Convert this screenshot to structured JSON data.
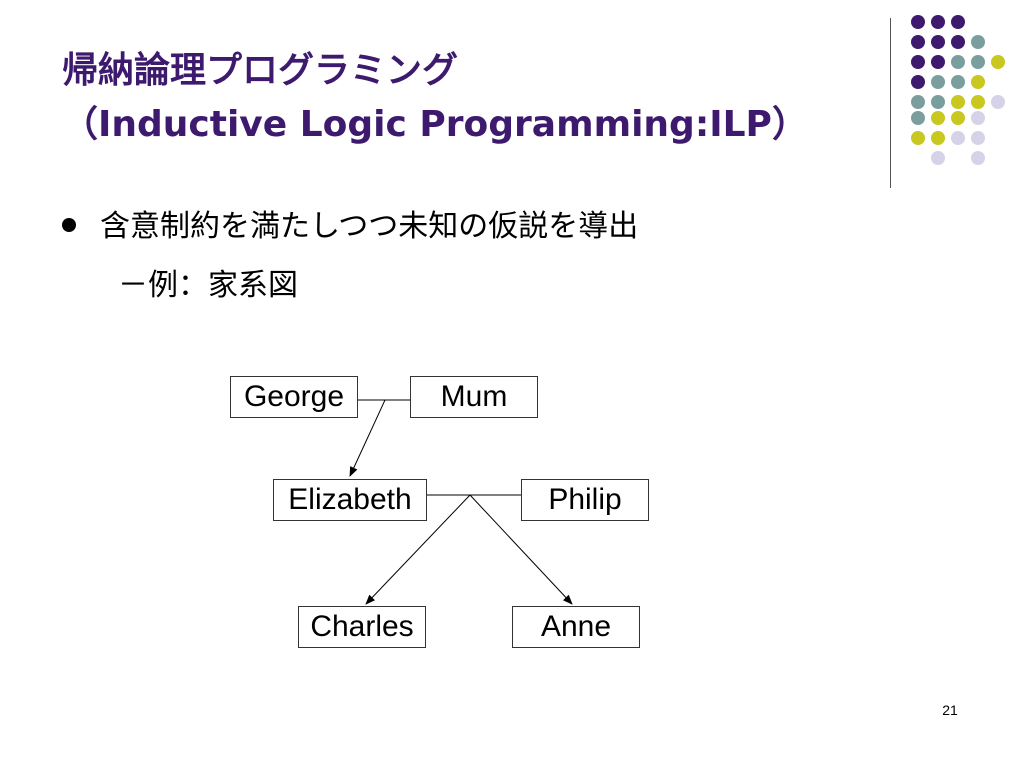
{
  "slide": {
    "title_line1": "帰納論理プログラミング",
    "title_line2": "（Inductive Logic Programming:ILP）",
    "title_color": "#3d1a6e",
    "bullet": "含意制約を満たしつつ未知の仮説を導出",
    "sub_bullet": "－例：家系図",
    "page_number": "21"
  },
  "decoration": {
    "dot_colors": {
      "purple": "#3d1a6e",
      "teal": "#7a9e9e",
      "yellow": "#c8c820",
      "lavender": "#d6d3e8"
    }
  },
  "family_tree": {
    "nodes": {
      "george": "George",
      "mum": "Mum",
      "elizabeth": "Elizabeth",
      "philip": "Philip",
      "charles": "Charles",
      "anne": "Anne"
    }
  }
}
